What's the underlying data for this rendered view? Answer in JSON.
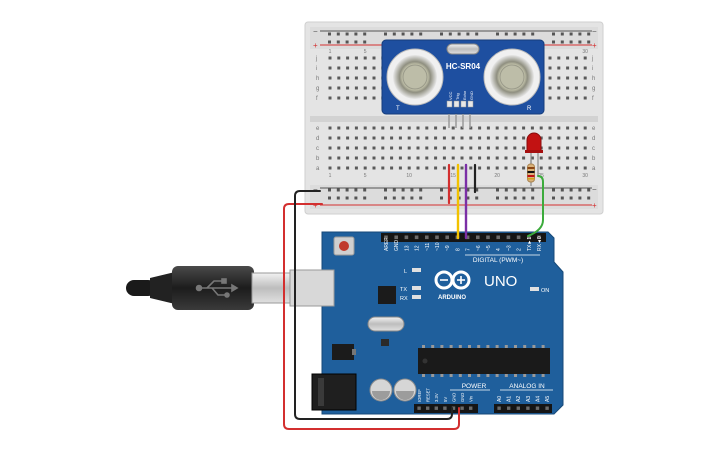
{
  "sensor": {
    "label": "HC-SR04",
    "pin_vcc": "VCC",
    "pin_trig": "Trig",
    "pin_echo": "Echo",
    "pin_gnd": "GND",
    "side_t": "T",
    "side_r": "R"
  },
  "breadboard": {
    "row_letters_top": [
      "j",
      "i",
      "h",
      "g",
      "f"
    ],
    "row_letters_bottom": [
      "e",
      "d",
      "c",
      "b",
      "a"
    ],
    "column_numbers": [
      "1",
      "",
      "",
      "",
      "5",
      "",
      "",
      "",
      "",
      "10",
      "",
      "",
      "",
      "",
      "15",
      "",
      "",
      "",
      "",
      "20",
      "",
      "",
      "",
      "",
      "25",
      "",
      "",
      "",
      "",
      "30"
    ],
    "rail_plus": "+",
    "rail_minus": "−"
  },
  "arduino": {
    "model": "UNO",
    "brand": "ARDUINO",
    "digital_label": "DIGITAL (PWM~)",
    "analog_label": "ANALOG IN",
    "power_label": "POWER",
    "on_label": "ON",
    "led_l": "L",
    "led_tx": "TX",
    "led_rx": "RX",
    "digital_pins": [
      "AREF",
      "GND",
      "13",
      "12",
      "~11",
      "~10",
      "~9",
      "8",
      "7",
      "~6",
      "~5",
      "4",
      "~3",
      "2",
      "TX►1",
      "RX◄0"
    ],
    "power_pins": [
      "IOREF",
      "RESET",
      "3.3V",
      "5V",
      "GND",
      "GND",
      "Vin"
    ],
    "analog_pins": [
      "A0",
      "A1",
      "A2",
      "A3",
      "A4",
      "A5"
    ]
  },
  "colors": {
    "board_blue": "#1f5f9c",
    "breadboard": "#e6e6e6",
    "wire_red": "#d32f2f",
    "wire_black": "#222222",
    "wire_yellow": "#f2c200",
    "wire_purple": "#7b2fa6",
    "wire_green": "#3cab3c",
    "led_red": "#c21212"
  },
  "icons": {
    "usb": "usb-icon",
    "logo": "arduino-infinity-logo"
  }
}
